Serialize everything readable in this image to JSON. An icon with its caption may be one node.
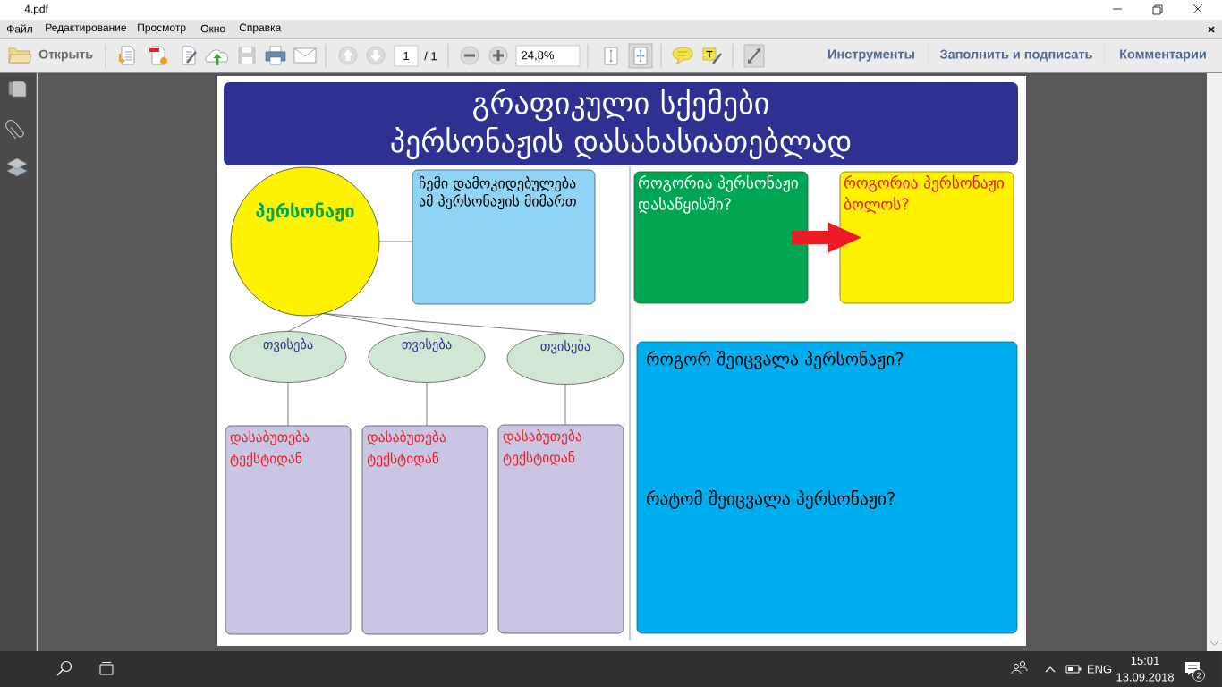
{
  "diagram": {
    "nodes": [
      {
        "text": [
          "გრაფიკული სქემები პერსონაჟის დასახასიათებლად"
        ]
      },
      {
        "text": [
          "პერსონაჟი"
        ]
      },
      {
        "text": [
          "ჩემი დამოკიდებულება ამ პერსონაჟის მიმართ"
        ]
      },
      {
        "text": [
          "როგორია პერსონაჟი დასაწყისში?"
        ]
      },
      {
        "text": [
          "როგორია პერსონაჟი ბოლოს?"
        ]
      },
      {
        "text": [
          "თვისება"
        ]
      },
      {
        "text": [
          "თვისება"
        ]
      },
      {
        "text": [
          "თვისება"
        ]
      },
      {
        "text": [
          "როგორ შეიცვალა პერსონაჟი?",
          "რატომ შეიცვალა პერსონაჟი?"
        ]
      },
      {
        "text": [
          "დასაბუთება ტექსტიდან"
        ]
      },
      {
        "text": [
          "დასაბუთება ტექსტიდან"
        ]
      },
      {
        "text": [
          "დასაბუთება ტექსტიდან"
        ]
      }
    ],
    "edges": [
      {
        "from": 1,
        "to": 2,
        "arrow": "none"
      },
      {
        "from": 1,
        "to": 5,
        "arrow": "none"
      },
      {
        "from": 1,
        "to": 6,
        "arrow": "none"
      },
      {
        "from": 1,
        "to": 7,
        "arrow": "none"
      },
      {
        "from": 5,
        "to": 9,
        "arrow": "none"
      },
      {
        "from": 6,
        "to": 10,
        "arrow": "none"
      },
      {
        "from": 7,
        "to": 11,
        "arrow": "none"
      },
      {
        "from": 3,
        "to": 4,
        "arrow": "to",
        "style": "thick",
        "color": "#ed1c24"
      }
    ],
    "labels": [
      "4.pdf",
      "Файл",
      "Редактирование",
      "Просмотр",
      "Окно",
      "Справка",
      "Открыть",
      "1",
      "/ 1",
      "24,8%",
      "Инструменты",
      "Заполнить и подписать",
      "Комментарии",
      "ENG",
      "15:01",
      "13.09.2018",
      "2"
    ]
  }
}
